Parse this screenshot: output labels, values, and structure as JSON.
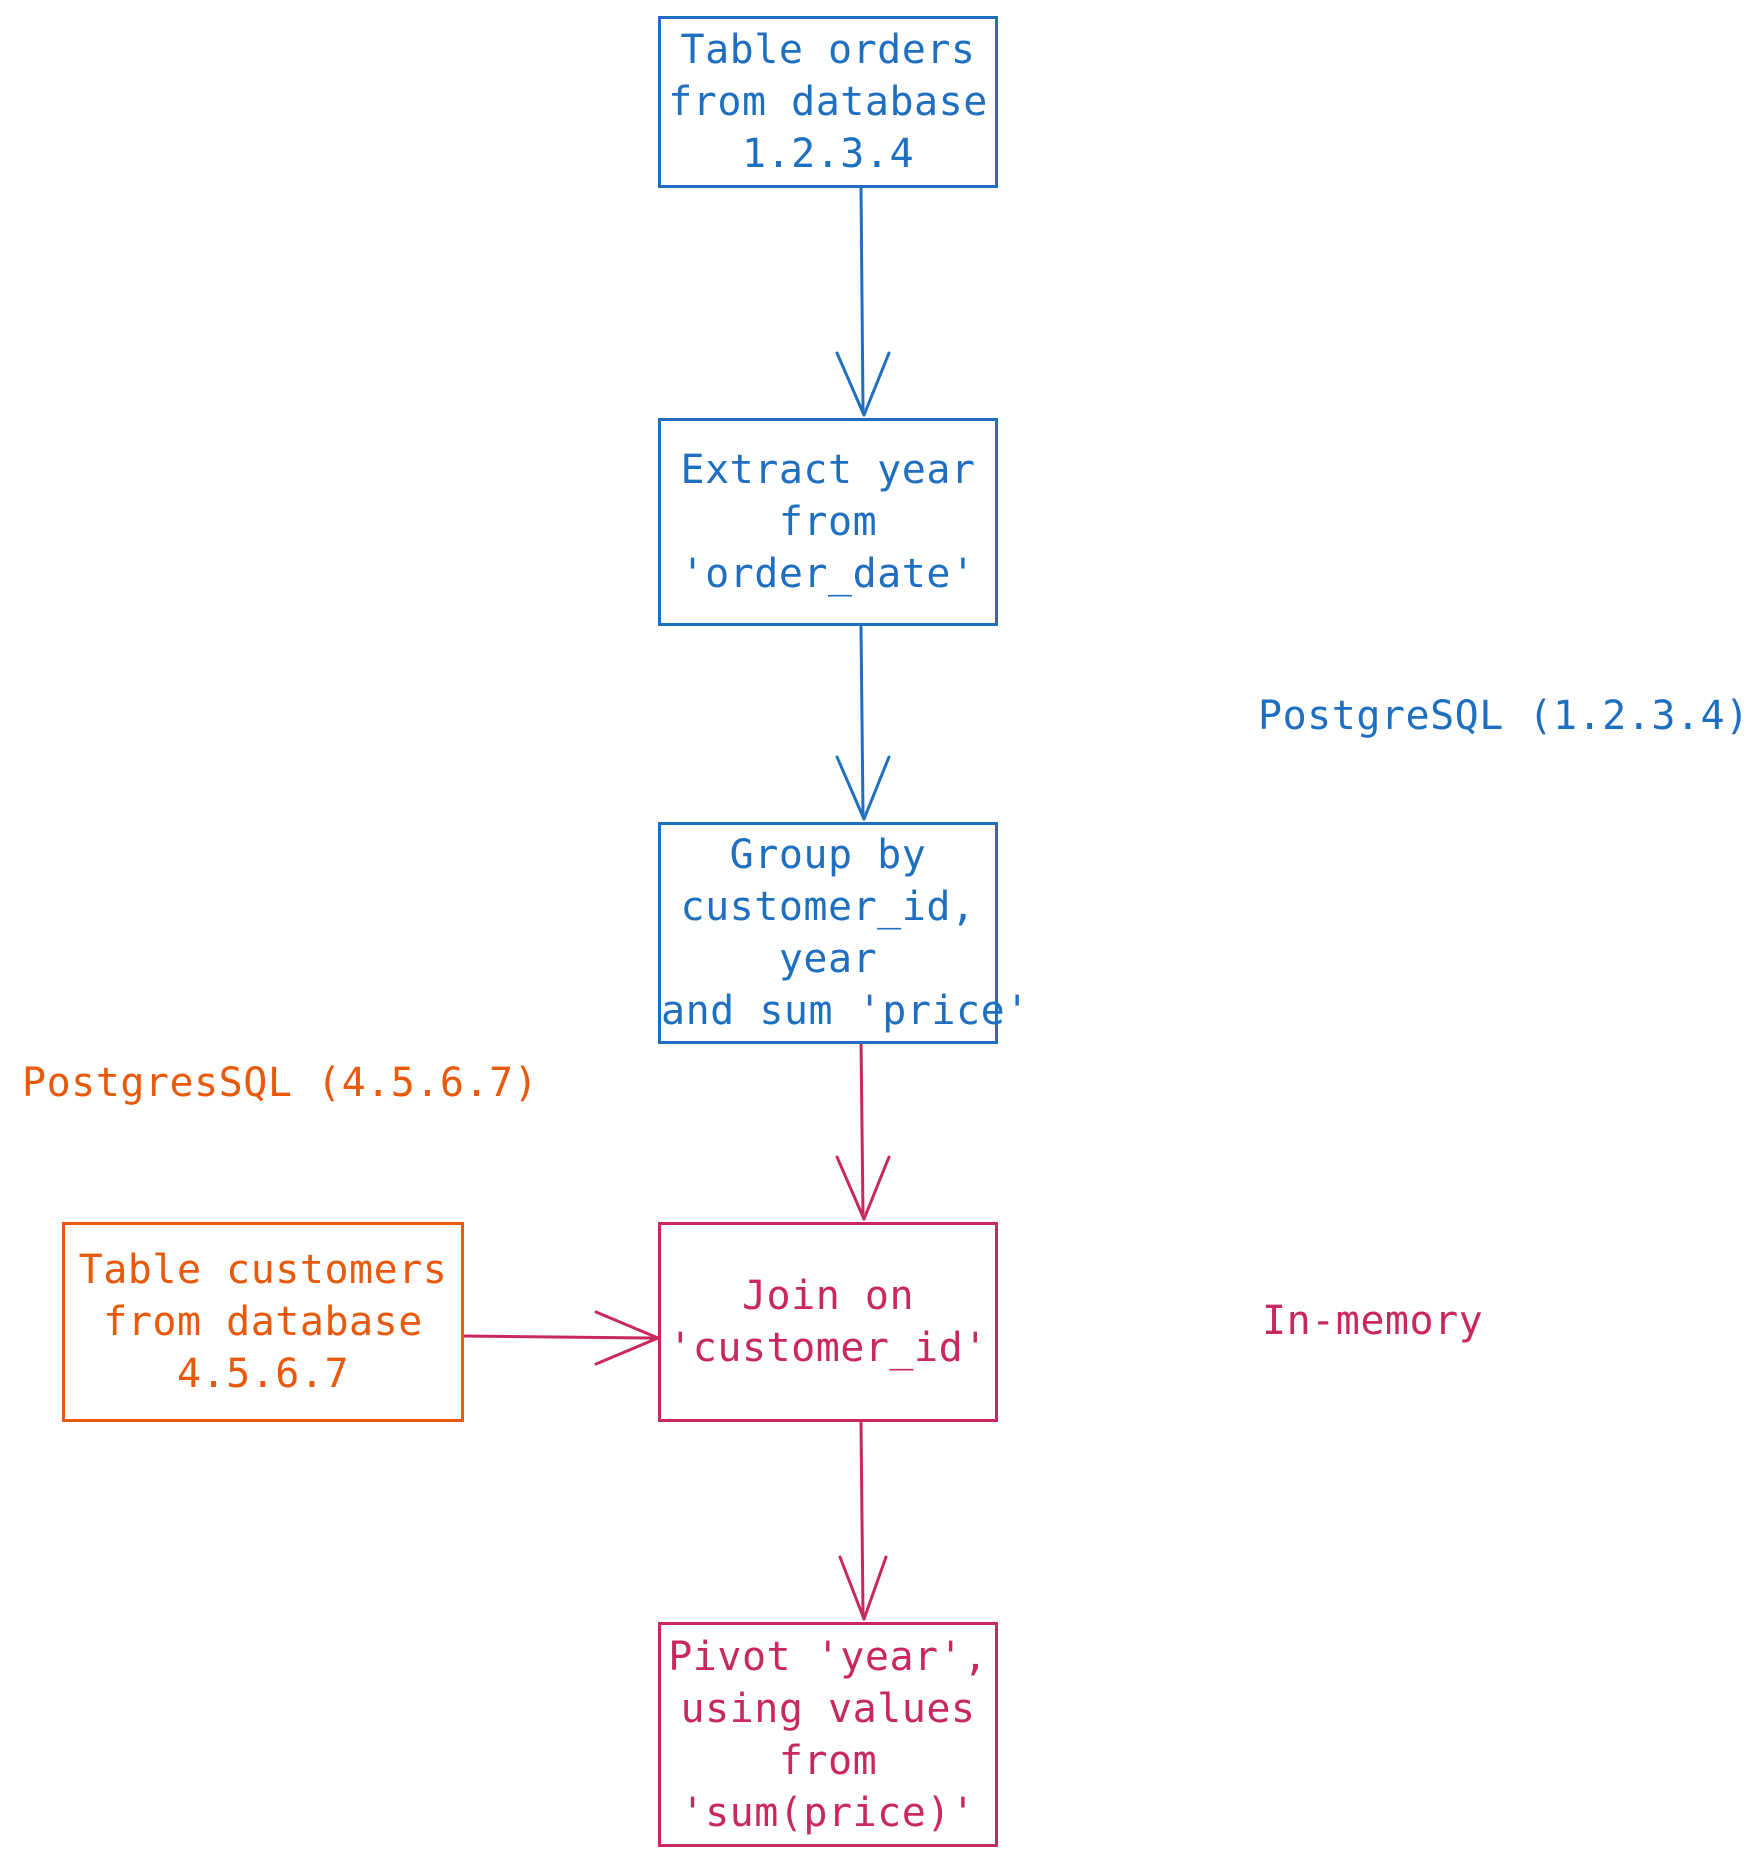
{
  "diagram": {
    "type": "flowchart",
    "title": "",
    "palette": {
      "blue": "#1f6fc0",
      "orange": "#e8590c",
      "crimson": "#c9285e",
      "background": "#ffffff"
    },
    "nodes": [
      {
        "id": "orders",
        "label": "Table orders\nfrom database\n1.2.3.4",
        "color": "blue",
        "cluster": "PostgreSQL (1.2.3.4)"
      },
      {
        "id": "extract",
        "label": "Extract year\nfrom\n'order_date'",
        "color": "blue",
        "cluster": "PostgreSQL (1.2.3.4)"
      },
      {
        "id": "group",
        "label": "Group by\ncustomer_id,\nyear\nand sum 'price'",
        "color": "blue",
        "cluster": "PostgreSQL (1.2.3.4)"
      },
      {
        "id": "customers",
        "label": "Table customers\nfrom database\n4.5.6.7",
        "color": "orange",
        "cluster": "PostgresSQL (4.5.6.7)"
      },
      {
        "id": "join",
        "label": "Join on\n'customer_id'",
        "color": "crimson",
        "cluster": "In-memory"
      },
      {
        "id": "pivot",
        "label": "Pivot 'year',\nusing values\nfrom\n'sum(price)'",
        "color": "crimson",
        "cluster": "In-memory"
      }
    ],
    "edges": [
      {
        "from": "orders",
        "to": "extract",
        "color": "blue"
      },
      {
        "from": "extract",
        "to": "group",
        "color": "blue"
      },
      {
        "from": "group",
        "to": "join",
        "color": "crimson"
      },
      {
        "from": "customers",
        "to": "join",
        "color": "crimson"
      },
      {
        "from": "join",
        "to": "pivot",
        "color": "crimson"
      }
    ],
    "cluster_labels": [
      {
        "id": "pg1",
        "text": "PostgreSQL (1.2.3.4)",
        "color": "blue"
      },
      {
        "id": "pg2",
        "text": "PostgresSQL (4.5.6.7)",
        "color": "orange"
      },
      {
        "id": "mem",
        "text": "In-memory",
        "color": "crimson"
      }
    ]
  }
}
